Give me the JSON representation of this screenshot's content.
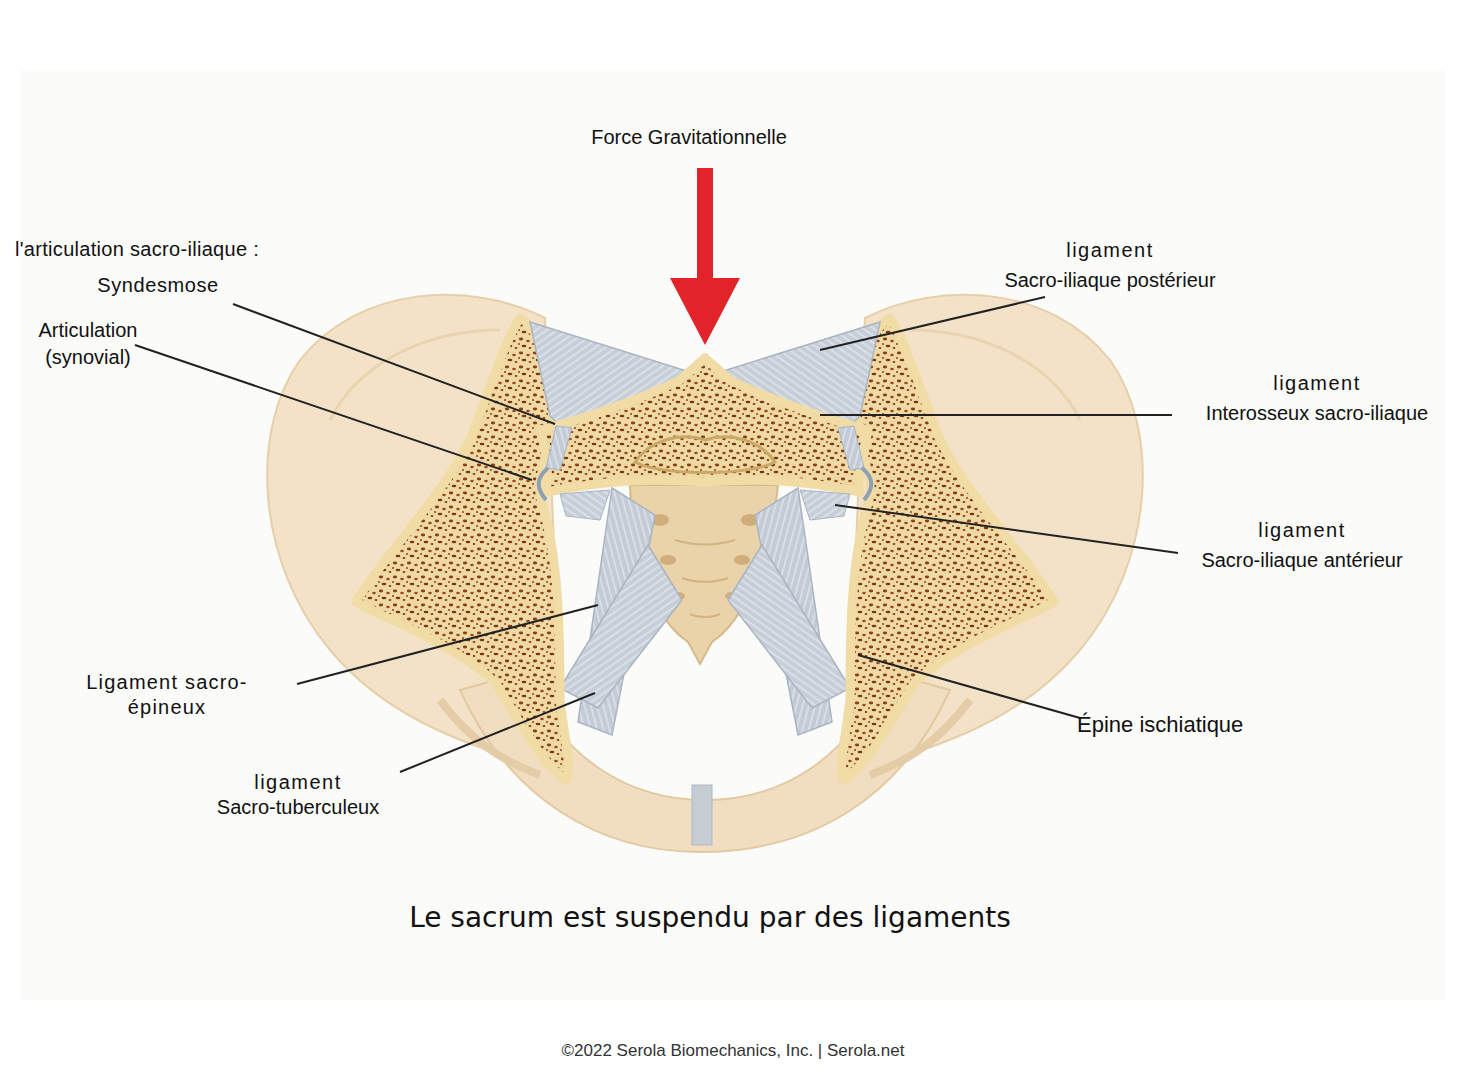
{
  "diagram": {
    "caption": "Le sacrum est suspendu par des ligaments",
    "labels": [
      "Force Gravitationnelle",
      "l'articulation sacro-iliaque :",
      "ligament Sacro-iliaque postérieur",
      "Syndesmose",
      "Articulation (synovial)",
      "ligament Interosseux sacro-iliaque",
      "ligament Sacro-iliaque antérieur",
      "Ligament sacro-épineux",
      "Épine ischiatique",
      "ligament Sacro-tuberculeux",
      "©2022 Serola Biomechanics, Inc. | Serola.net"
    ]
  }
}
